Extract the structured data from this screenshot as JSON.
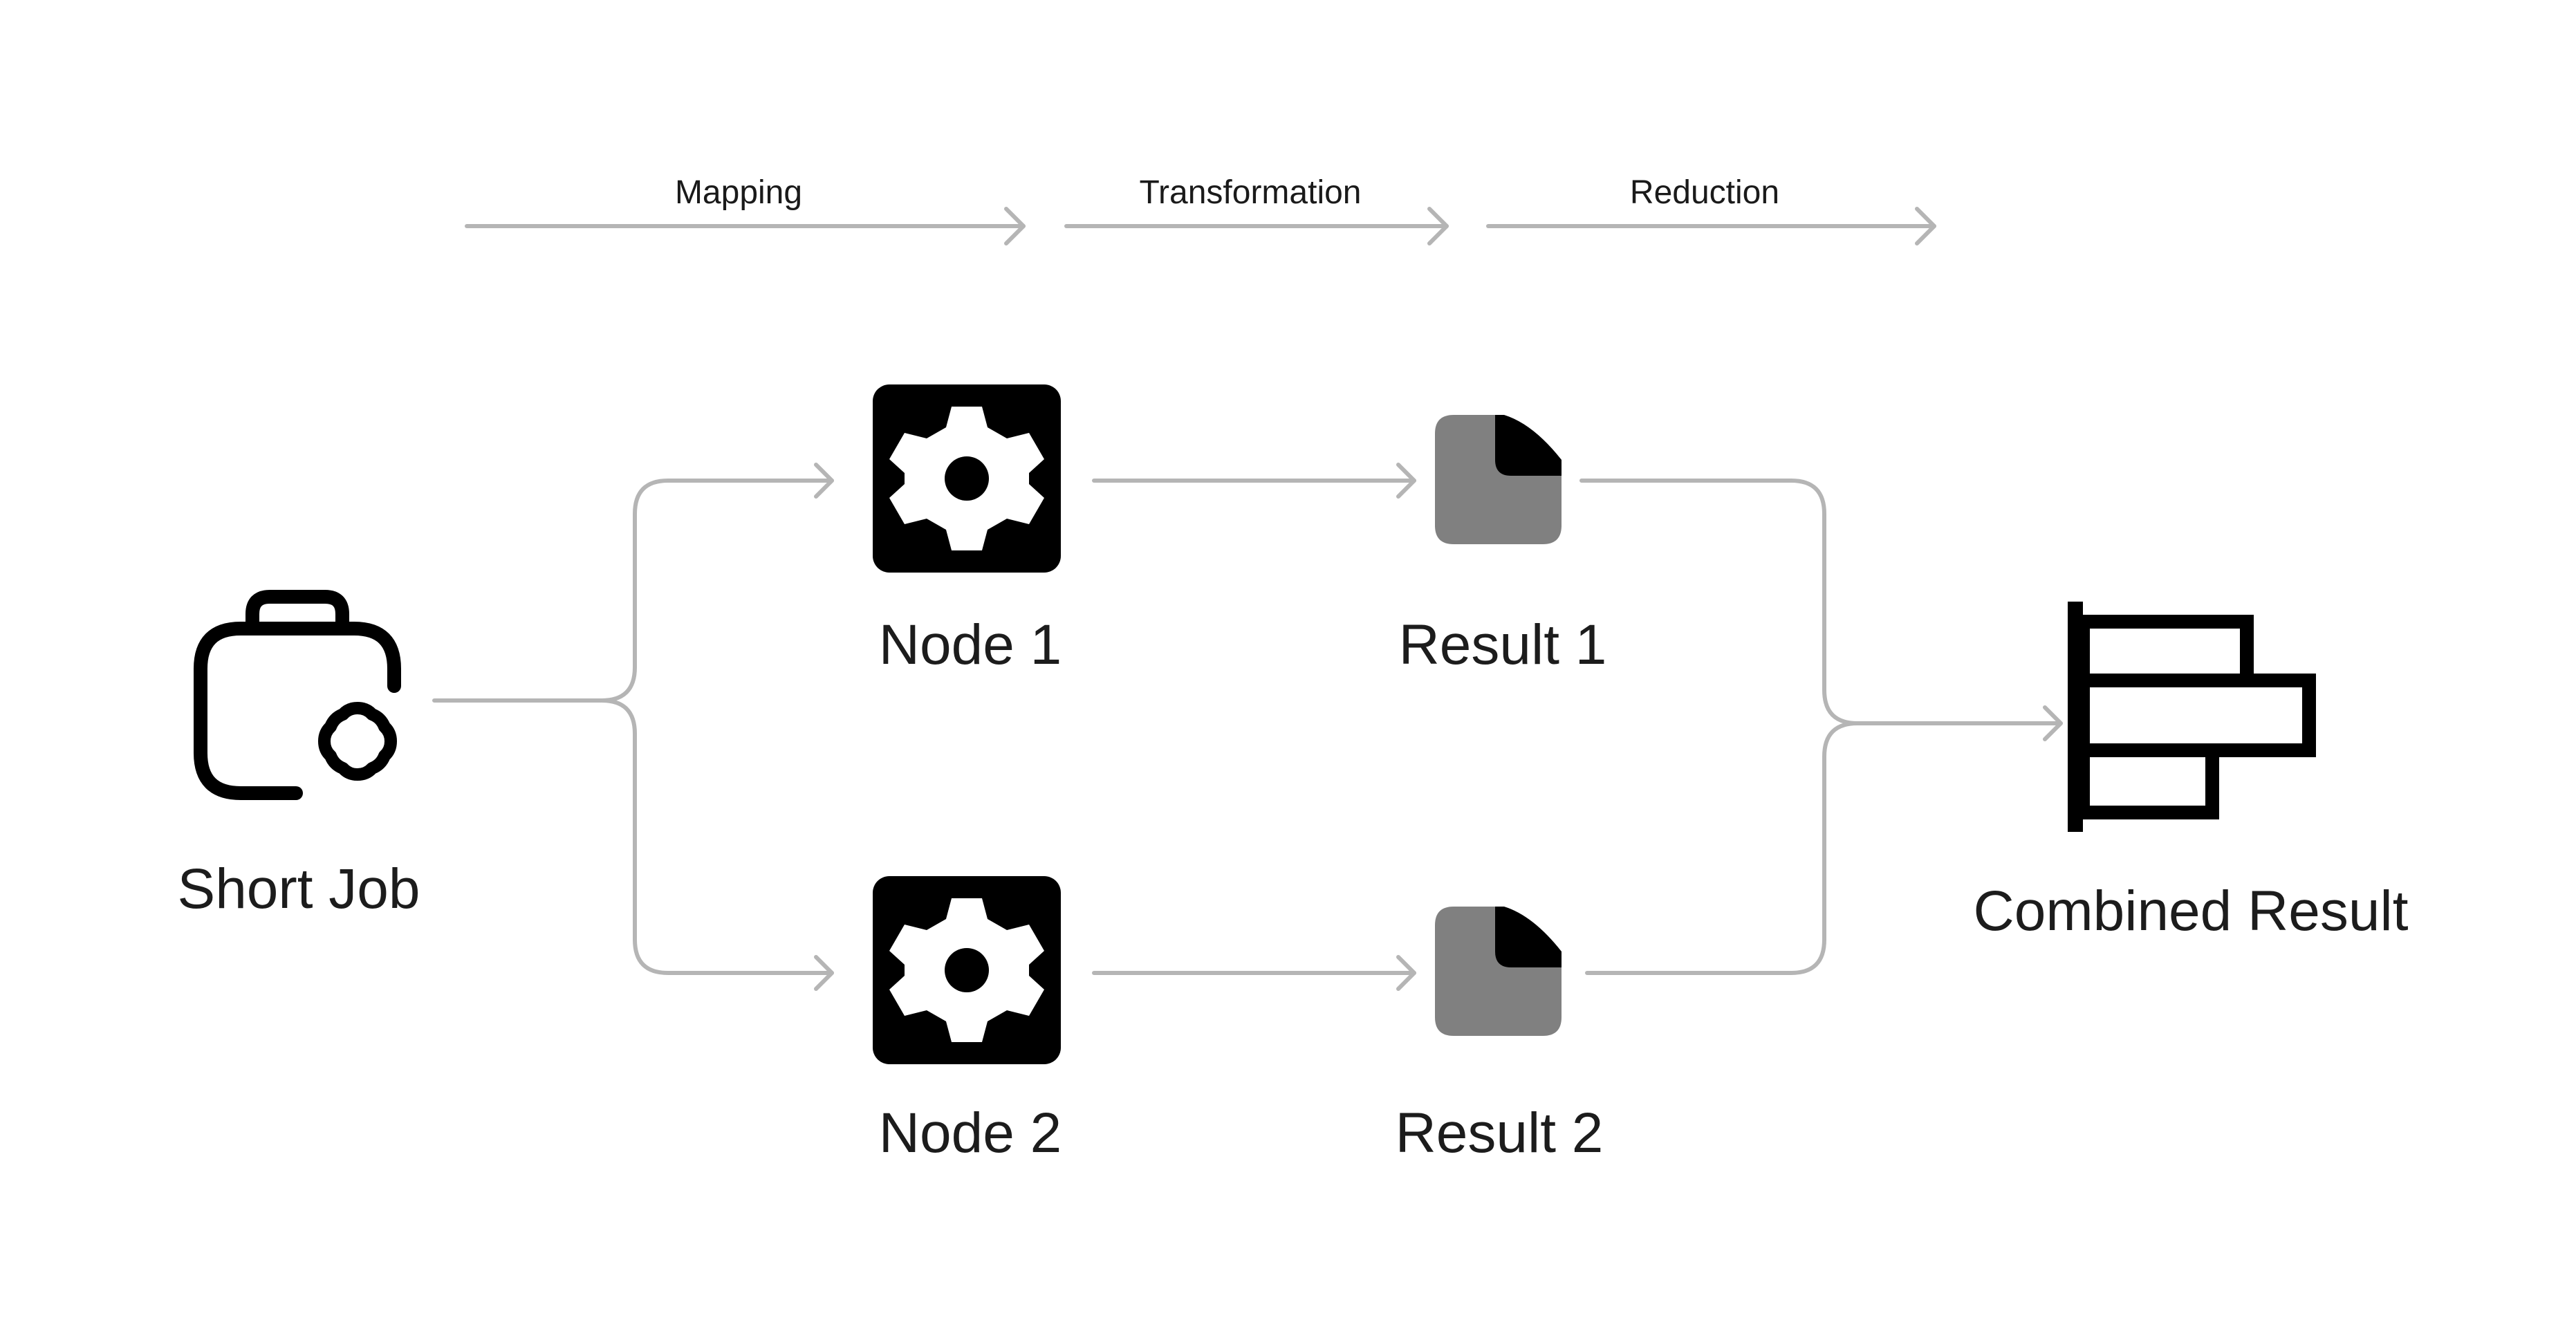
{
  "stages": {
    "mapping": "Mapping",
    "transformation": "Transformation",
    "reduction": "Reduction"
  },
  "nodes": {
    "short_job": "Short Job",
    "node_1": "Node 1",
    "node_2": "Node 2",
    "result_1": "Result 1",
    "result_2": "Result 2",
    "combined_result": "Combined Result"
  },
  "icons": {
    "short_job": "briefcase-gear-icon",
    "node": "gear-icon",
    "result": "document-icon",
    "combined": "bar-chart-icon"
  },
  "colors": {
    "connector": "#b5b5b5",
    "icon_dark": "#000000",
    "document_gray": "#808080",
    "text": "#1c1c1c"
  }
}
